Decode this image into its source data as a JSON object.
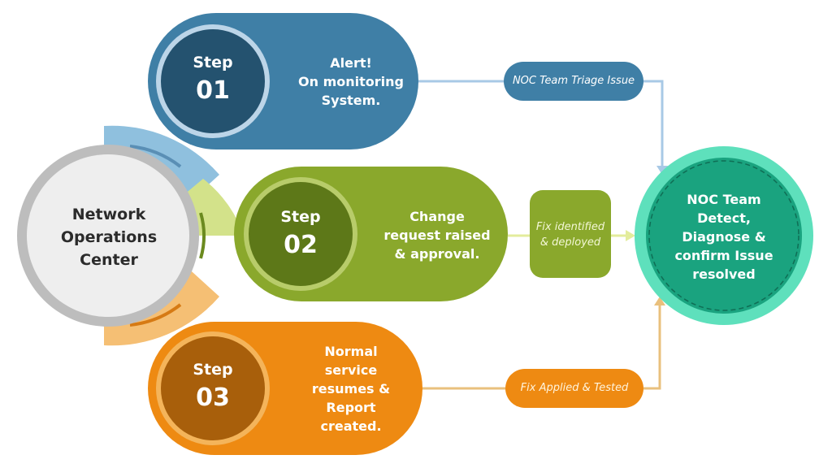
{
  "center": {
    "lines": [
      "Network",
      "Operations",
      "Center"
    ]
  },
  "steps": [
    {
      "label": "Step",
      "number": "01",
      "desc": [
        "Alert!",
        "On monitoring",
        "System."
      ],
      "color": "#3f7fa6"
    },
    {
      "label": "Step",
      "number": "02",
      "desc": [
        "Change",
        "request raised",
        "& approval."
      ],
      "color": "#8aa82c"
    },
    {
      "label": "Step",
      "number": "03",
      "desc": [
        "Normal",
        "service",
        "resumes &",
        "Report",
        "created."
      ],
      "color": "#ee8a12"
    }
  ],
  "connectors": [
    {
      "label": "NOC Team Triage Issue"
    },
    {
      "label_lines": [
        "Fix identified",
        "& deployed"
      ]
    },
    {
      "label": "Fix Applied & Tested"
    }
  ],
  "outcome": {
    "lines": [
      "NOC Team",
      "Detect,",
      "Diagnose &",
      "confirm Issue",
      "resolved"
    ],
    "color": "#1aa37f"
  }
}
